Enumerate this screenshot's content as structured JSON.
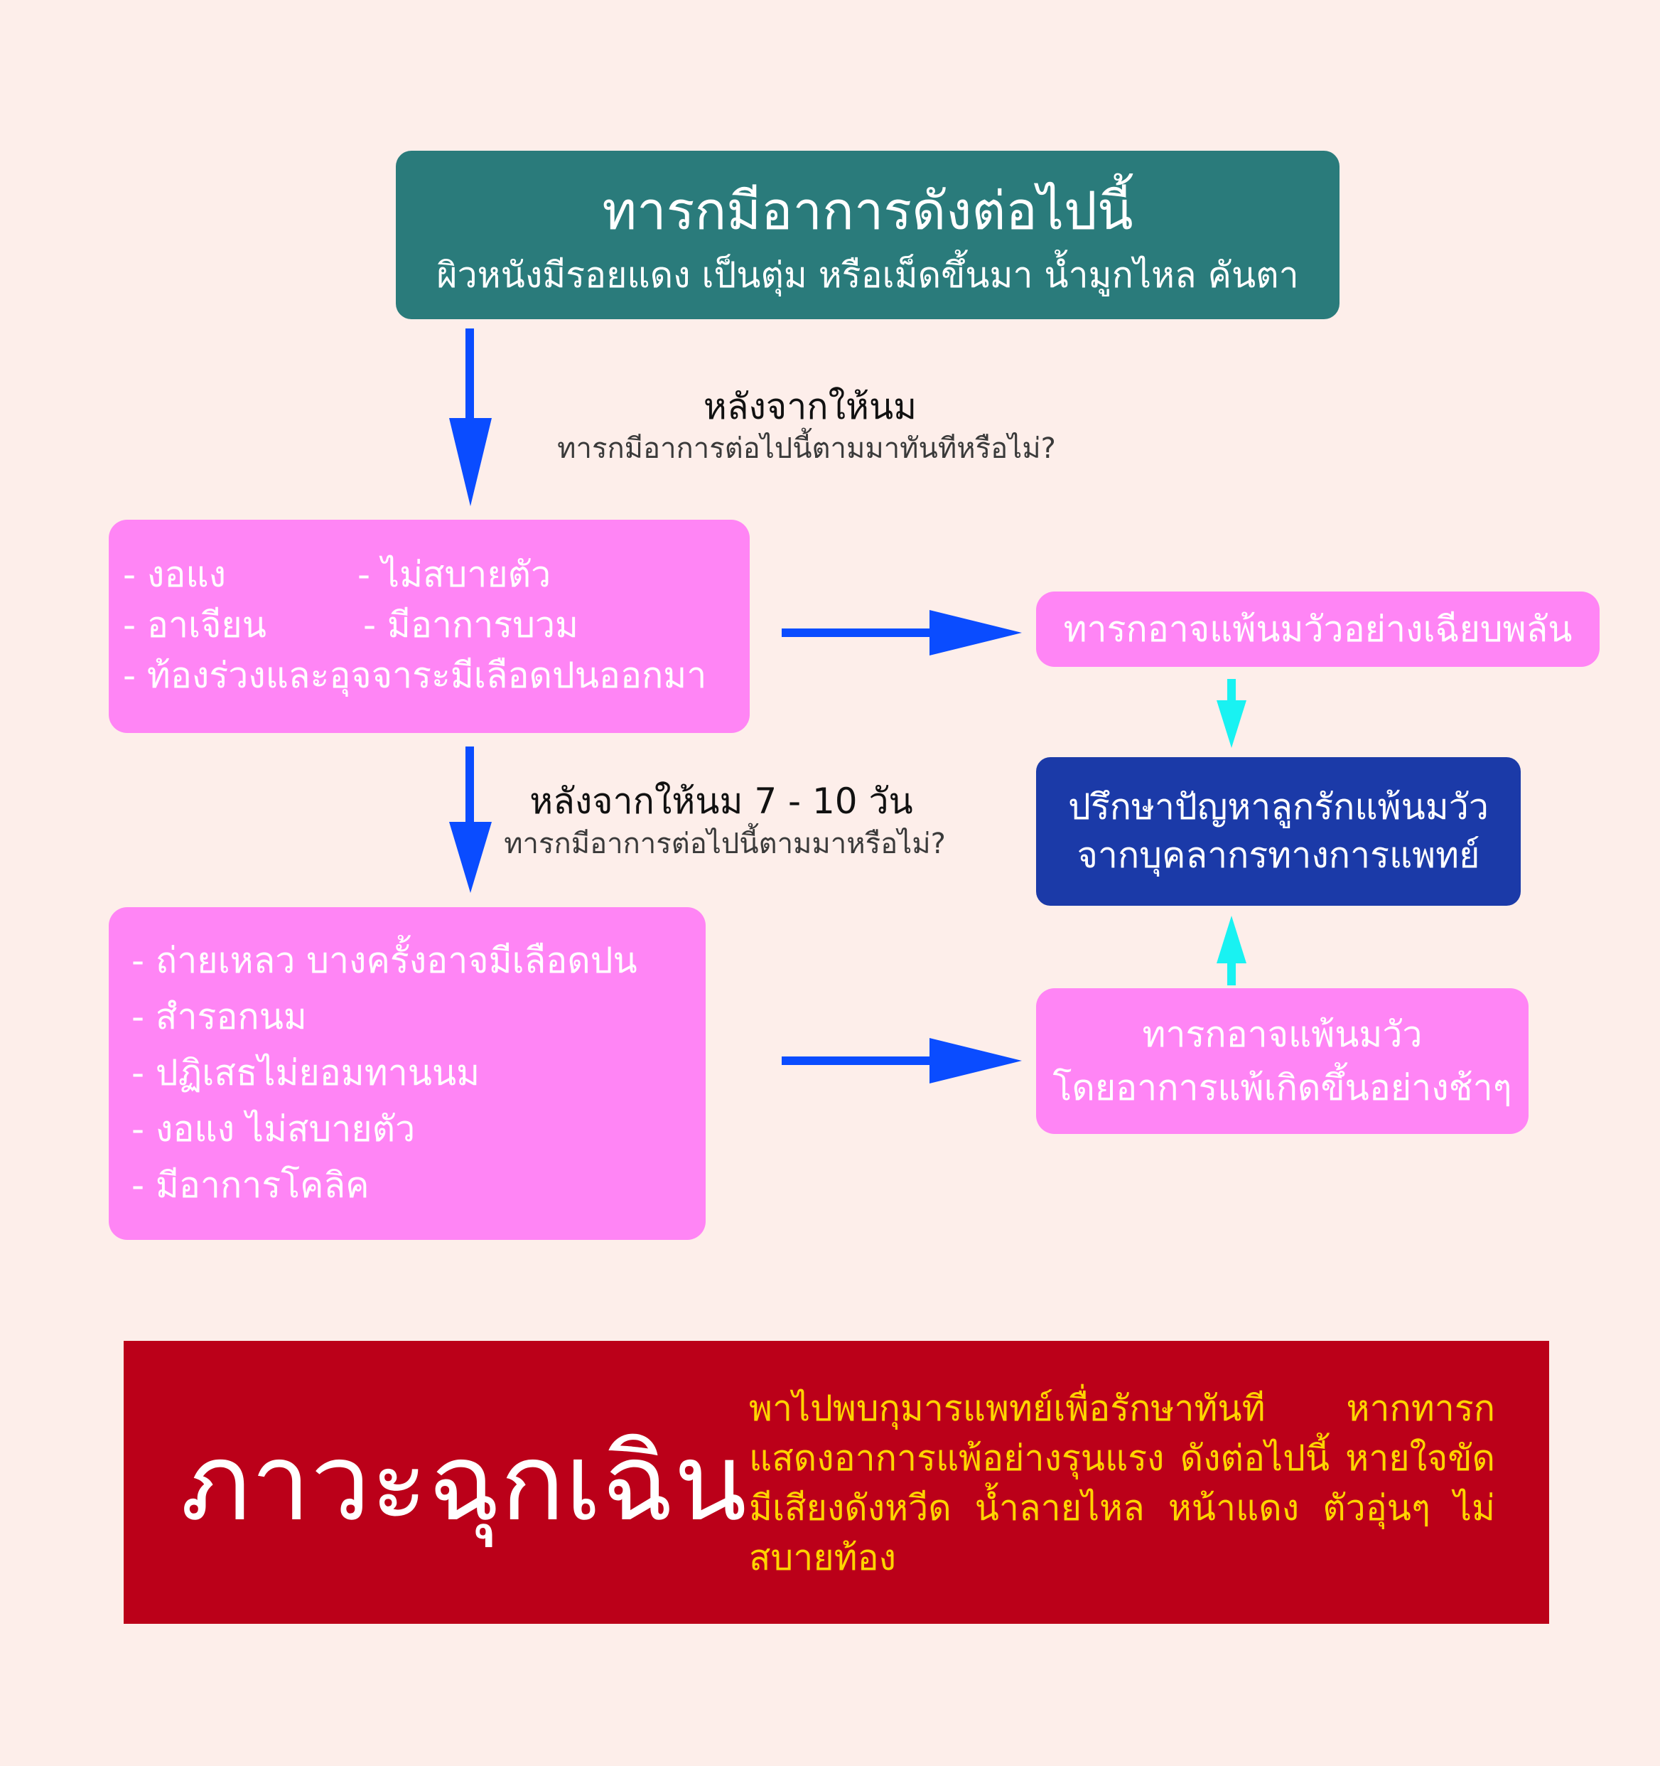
{
  "top": {
    "title": "ทารกมีอาการดังต่อไปนี้",
    "subtitle": "ผิวหนังมีรอยแดง เป็นตุ่ม หรือเม็ดขึ้นมา น้ำมูกไหล คันตา"
  },
  "step1": {
    "title": "หลังจากให้นม",
    "question": "ทารกมีอาการต่อไปนี้ตามมาทันทีหรือไม่?"
  },
  "symptoms_immediate": {
    "items": [
      "- งอแง",
      "- ไม่สบายตัว",
      "- อาเจียน",
      "- มีอาการบวม",
      "- ท้องร่วงและอุจจาระมีเลือดปนออกมา"
    ]
  },
  "outcome_immediate": {
    "text": "ทารกอาจแพ้นมวัวอย่างเฉียบพลัน"
  },
  "step2": {
    "title": "หลังจากให้นม 7 - 10 วัน",
    "question": "ทารกมีอาการต่อไปนี้ตามมาหรือไม่?"
  },
  "symptoms_delayed": {
    "items": [
      "- ถ่ายเหลว บางครั้งอาจมีเลือดปน",
      "- สำรอกนม",
      "- ปฏิเสธไม่ยอมทานนม",
      "- งอแง ไม่สบายตัว",
      "- มีอาการโคลิค"
    ]
  },
  "outcome_delayed": {
    "line1": "ทารกอาจแพ้นมวัว",
    "line2": "โดยอาการแพ้เกิดขึ้นอย่างช้าๆ"
  },
  "consult": {
    "line1": "ปรึกษาปัญหาลูกรักแพ้นมวัว",
    "line2": "จากบุคลากรทางการแพทย์"
  },
  "emergency": {
    "title": "ภาวะฉุกเฉิน",
    "text": "พาไปพบกุมารแพทย์เพื่อรักษาทันที หากทารกแสดงอาการแพ้อย่างรุนแรง ดังต่อไปนี้ หายใจขัด มีเสียงดังหวีด น้ำลายไหล หน้าแดง ตัวอุ่นๆ ไม่สบายท้อง"
  },
  "colors": {
    "background": "#fdeeea",
    "teal_box": "#2a7b7b",
    "pink_box": "#ff85f5",
    "consult_box": "#1b3aa8",
    "emergency_box": "#bb0019",
    "emergency_text": "#ffd400",
    "arrow_blue": "#0a4cff",
    "arrow_cyan": "#19f2f2"
  }
}
